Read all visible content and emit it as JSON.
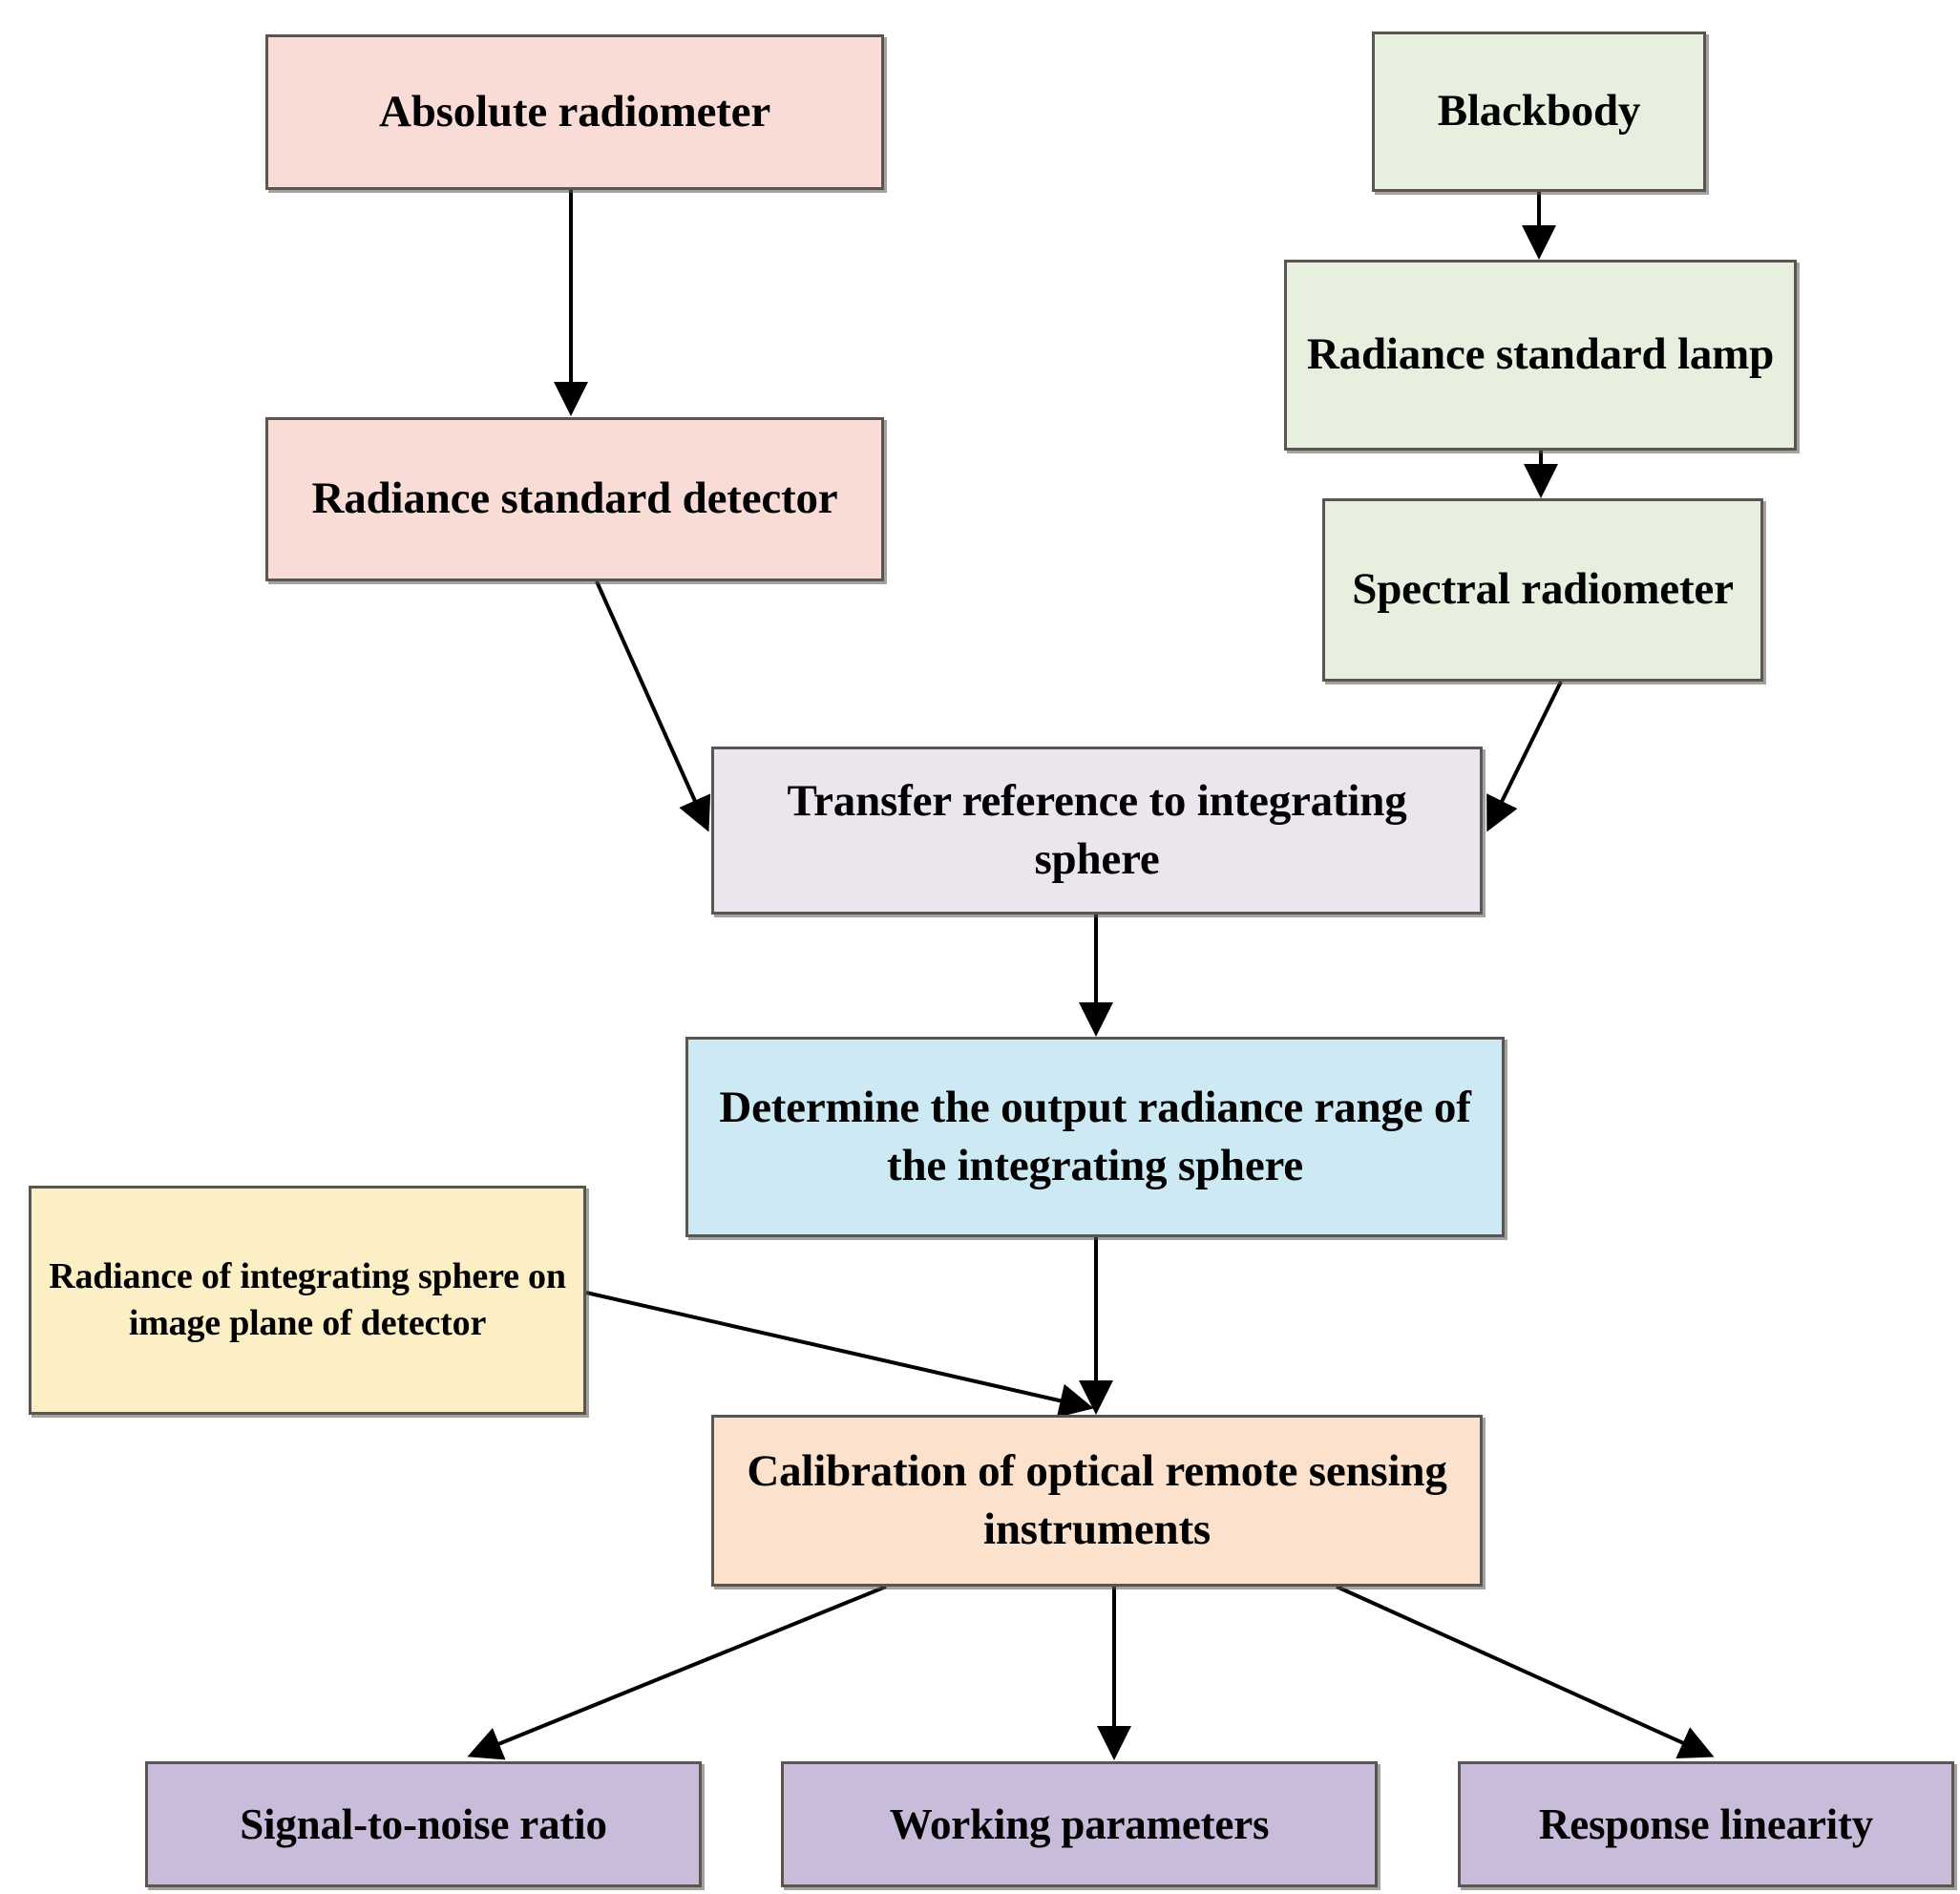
{
  "diagram": {
    "title": "Radiometric calibration traceability flowchart",
    "background_color": "#ffffff",
    "border_color": "#5a5550",
    "nodes": [
      {
        "id": "absolute-radiometer",
        "label": "Absolute radiometer",
        "color": "#fadcd7"
      },
      {
        "id": "blackbody",
        "label": "Blackbody",
        "color": "#e7efdf"
      },
      {
        "id": "radiance-detector",
        "label": "Radiance standard detector",
        "color": "#fadcd7"
      },
      {
        "id": "radiance-lamp",
        "label": "Radiance standard lamp",
        "color": "#e7efdf"
      },
      {
        "id": "spectral-radiometer",
        "label": "Spectral radiometer",
        "color": "#e7efdf"
      },
      {
        "id": "transfer-reference",
        "label": "Transfer reference to integrating sphere",
        "color": "#ebe6ee"
      },
      {
        "id": "determine-range",
        "label": "Determine the output radiance range of the integrating sphere",
        "color": "#cdeaf4"
      },
      {
        "id": "radiance-imageplane",
        "label": "Radiance of integrating sphere on image plane of detector",
        "color": "#fceec5"
      },
      {
        "id": "calibration",
        "label": "Calibration of optical remote sensing instruments",
        "color": "#fce1cd"
      },
      {
        "id": "snr",
        "label": "Signal-to-noise ratio",
        "color": "#c9bcda"
      },
      {
        "id": "working-params",
        "label": "Working parameters",
        "color": "#c9bcda"
      },
      {
        "id": "response-linearity",
        "label": "Response linearity",
        "color": "#c9bcda"
      }
    ],
    "edges": [
      {
        "from": "absolute-radiometer",
        "to": "radiance-detector"
      },
      {
        "from": "blackbody",
        "to": "radiance-lamp"
      },
      {
        "from": "radiance-lamp",
        "to": "spectral-radiometer"
      },
      {
        "from": "radiance-detector",
        "to": "transfer-reference"
      },
      {
        "from": "spectral-radiometer",
        "to": "transfer-reference"
      },
      {
        "from": "transfer-reference",
        "to": "determine-range"
      },
      {
        "from": "determine-range",
        "to": "calibration"
      },
      {
        "from": "radiance-imageplane",
        "to": "calibration"
      },
      {
        "from": "calibration",
        "to": "snr"
      },
      {
        "from": "calibration",
        "to": "working-params"
      },
      {
        "from": "calibration",
        "to": "response-linearity"
      }
    ]
  }
}
